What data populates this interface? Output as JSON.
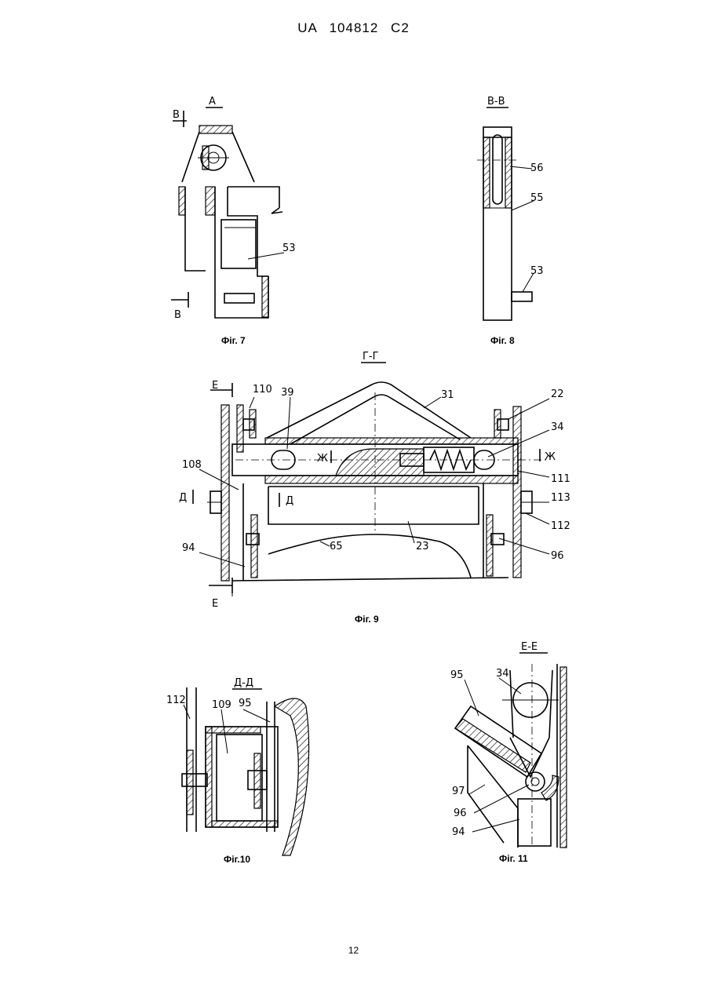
{
  "header": "UA 104812 C2",
  "page_number": "12",
  "figures": {
    "fig7": {
      "caption": "Фіг. 7",
      "view_label": "А",
      "section_marks": [
        "В",
        "В"
      ],
      "labels": [
        "53"
      ]
    },
    "fig8": {
      "caption": "Фіг. 8",
      "view_label": "В-В",
      "labels": [
        "56",
        "55",
        "53"
      ]
    },
    "fig9": {
      "caption": "Фіг. 9",
      "view_label": "Г-Г",
      "section_marks": [
        "Е",
        "Е",
        "Ж",
        "Ж",
        "Д",
        "Д"
      ],
      "labels": [
        "110",
        "39",
        "31",
        "22",
        "34",
        "108",
        "111",
        "113",
        "112",
        "94",
        "65",
        "23",
        "96"
      ]
    },
    "fig10": {
      "caption": "Фіг.10",
      "view_label": "Д-Д",
      "labels": [
        "112",
        "109",
        "95"
      ]
    },
    "fig11": {
      "caption": "Фіг. 11",
      "view_label": "Е-Е",
      "labels": [
        "95",
        "34",
        "97",
        "96",
        "94"
      ]
    }
  }
}
